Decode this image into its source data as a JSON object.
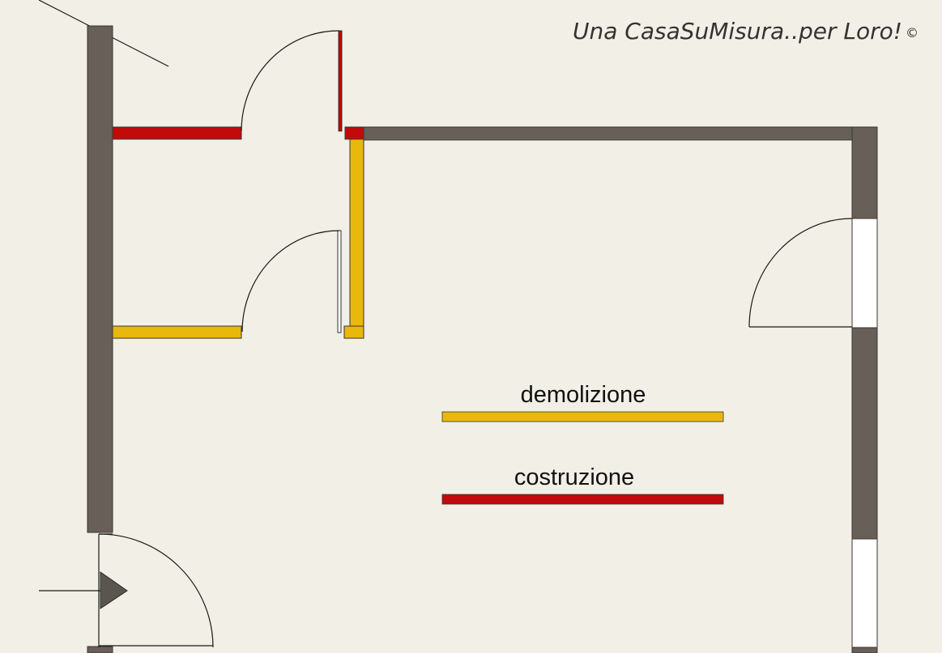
{
  "watermark": {
    "text": "Una CasaSuMisura..per Loro!",
    "copyright_symbol": "©"
  },
  "legend": {
    "items": [
      {
        "key": "demolition",
        "label": "demolizione",
        "color": "#e9b80c"
      },
      {
        "key": "construction",
        "label": "costruzione",
        "color": "#c20a0a"
      }
    ]
  },
  "colors": {
    "background": "#f1efe6",
    "existing_wall": "#675f58",
    "demolition": "#e9b80c",
    "construction": "#c20a0a",
    "line": "#1a1a1a"
  },
  "icons": {
    "entrance": "entrance-arrow-icon"
  }
}
